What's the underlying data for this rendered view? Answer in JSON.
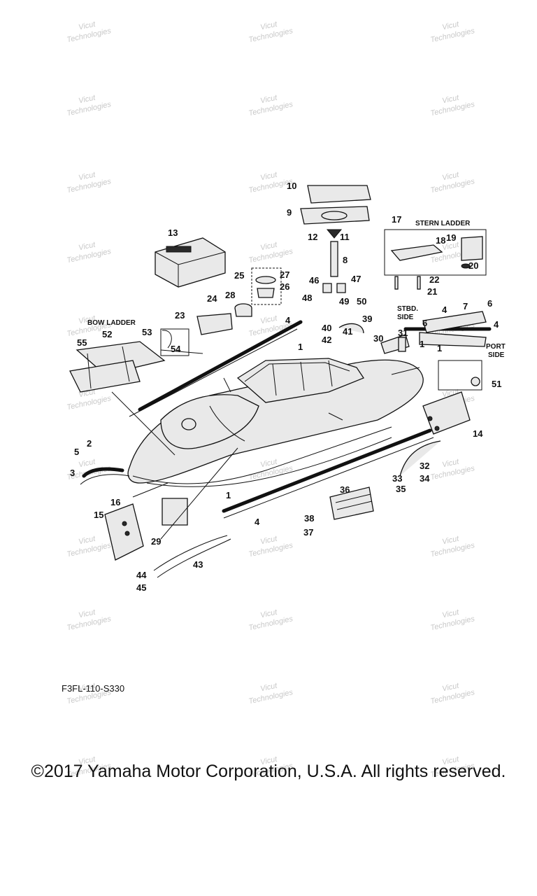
{
  "watermark": {
    "line1": "Vicut",
    "line2": "Technologies"
  },
  "diagram_code": "F3FL-110-S330",
  "copyright": "©2017 Yamaha Motor Corporation, U.S.A. All rights reserved.",
  "group_labels": {
    "stern_ladder": "STERN LADDER",
    "bow_ladder": "BOW LADDER",
    "stbd_side_1": "STBD.",
    "stbd_side_2": "SIDE",
    "port_side_1": "PORT",
    "port_side_2": "SIDE"
  },
  "callouts": [
    "1",
    "1",
    "1",
    "1",
    "2",
    "3",
    "4",
    "4",
    "4",
    "4",
    "5",
    "6",
    "6",
    "7",
    "8",
    "9",
    "10",
    "11",
    "12",
    "13",
    "14",
    "15",
    "16",
    "17",
    "18",
    "19",
    "20",
    "21",
    "22",
    "23",
    "24",
    "25",
    "26",
    "27",
    "28",
    "29",
    "30",
    "31",
    "32",
    "33",
    "34",
    "35",
    "36",
    "37",
    "38",
    "39",
    "40",
    "41",
    "42",
    "43",
    "44",
    "45",
    "46",
    "47",
    "48",
    "49",
    "50",
    "51",
    "52",
    "53",
    "54",
    "55"
  ]
}
